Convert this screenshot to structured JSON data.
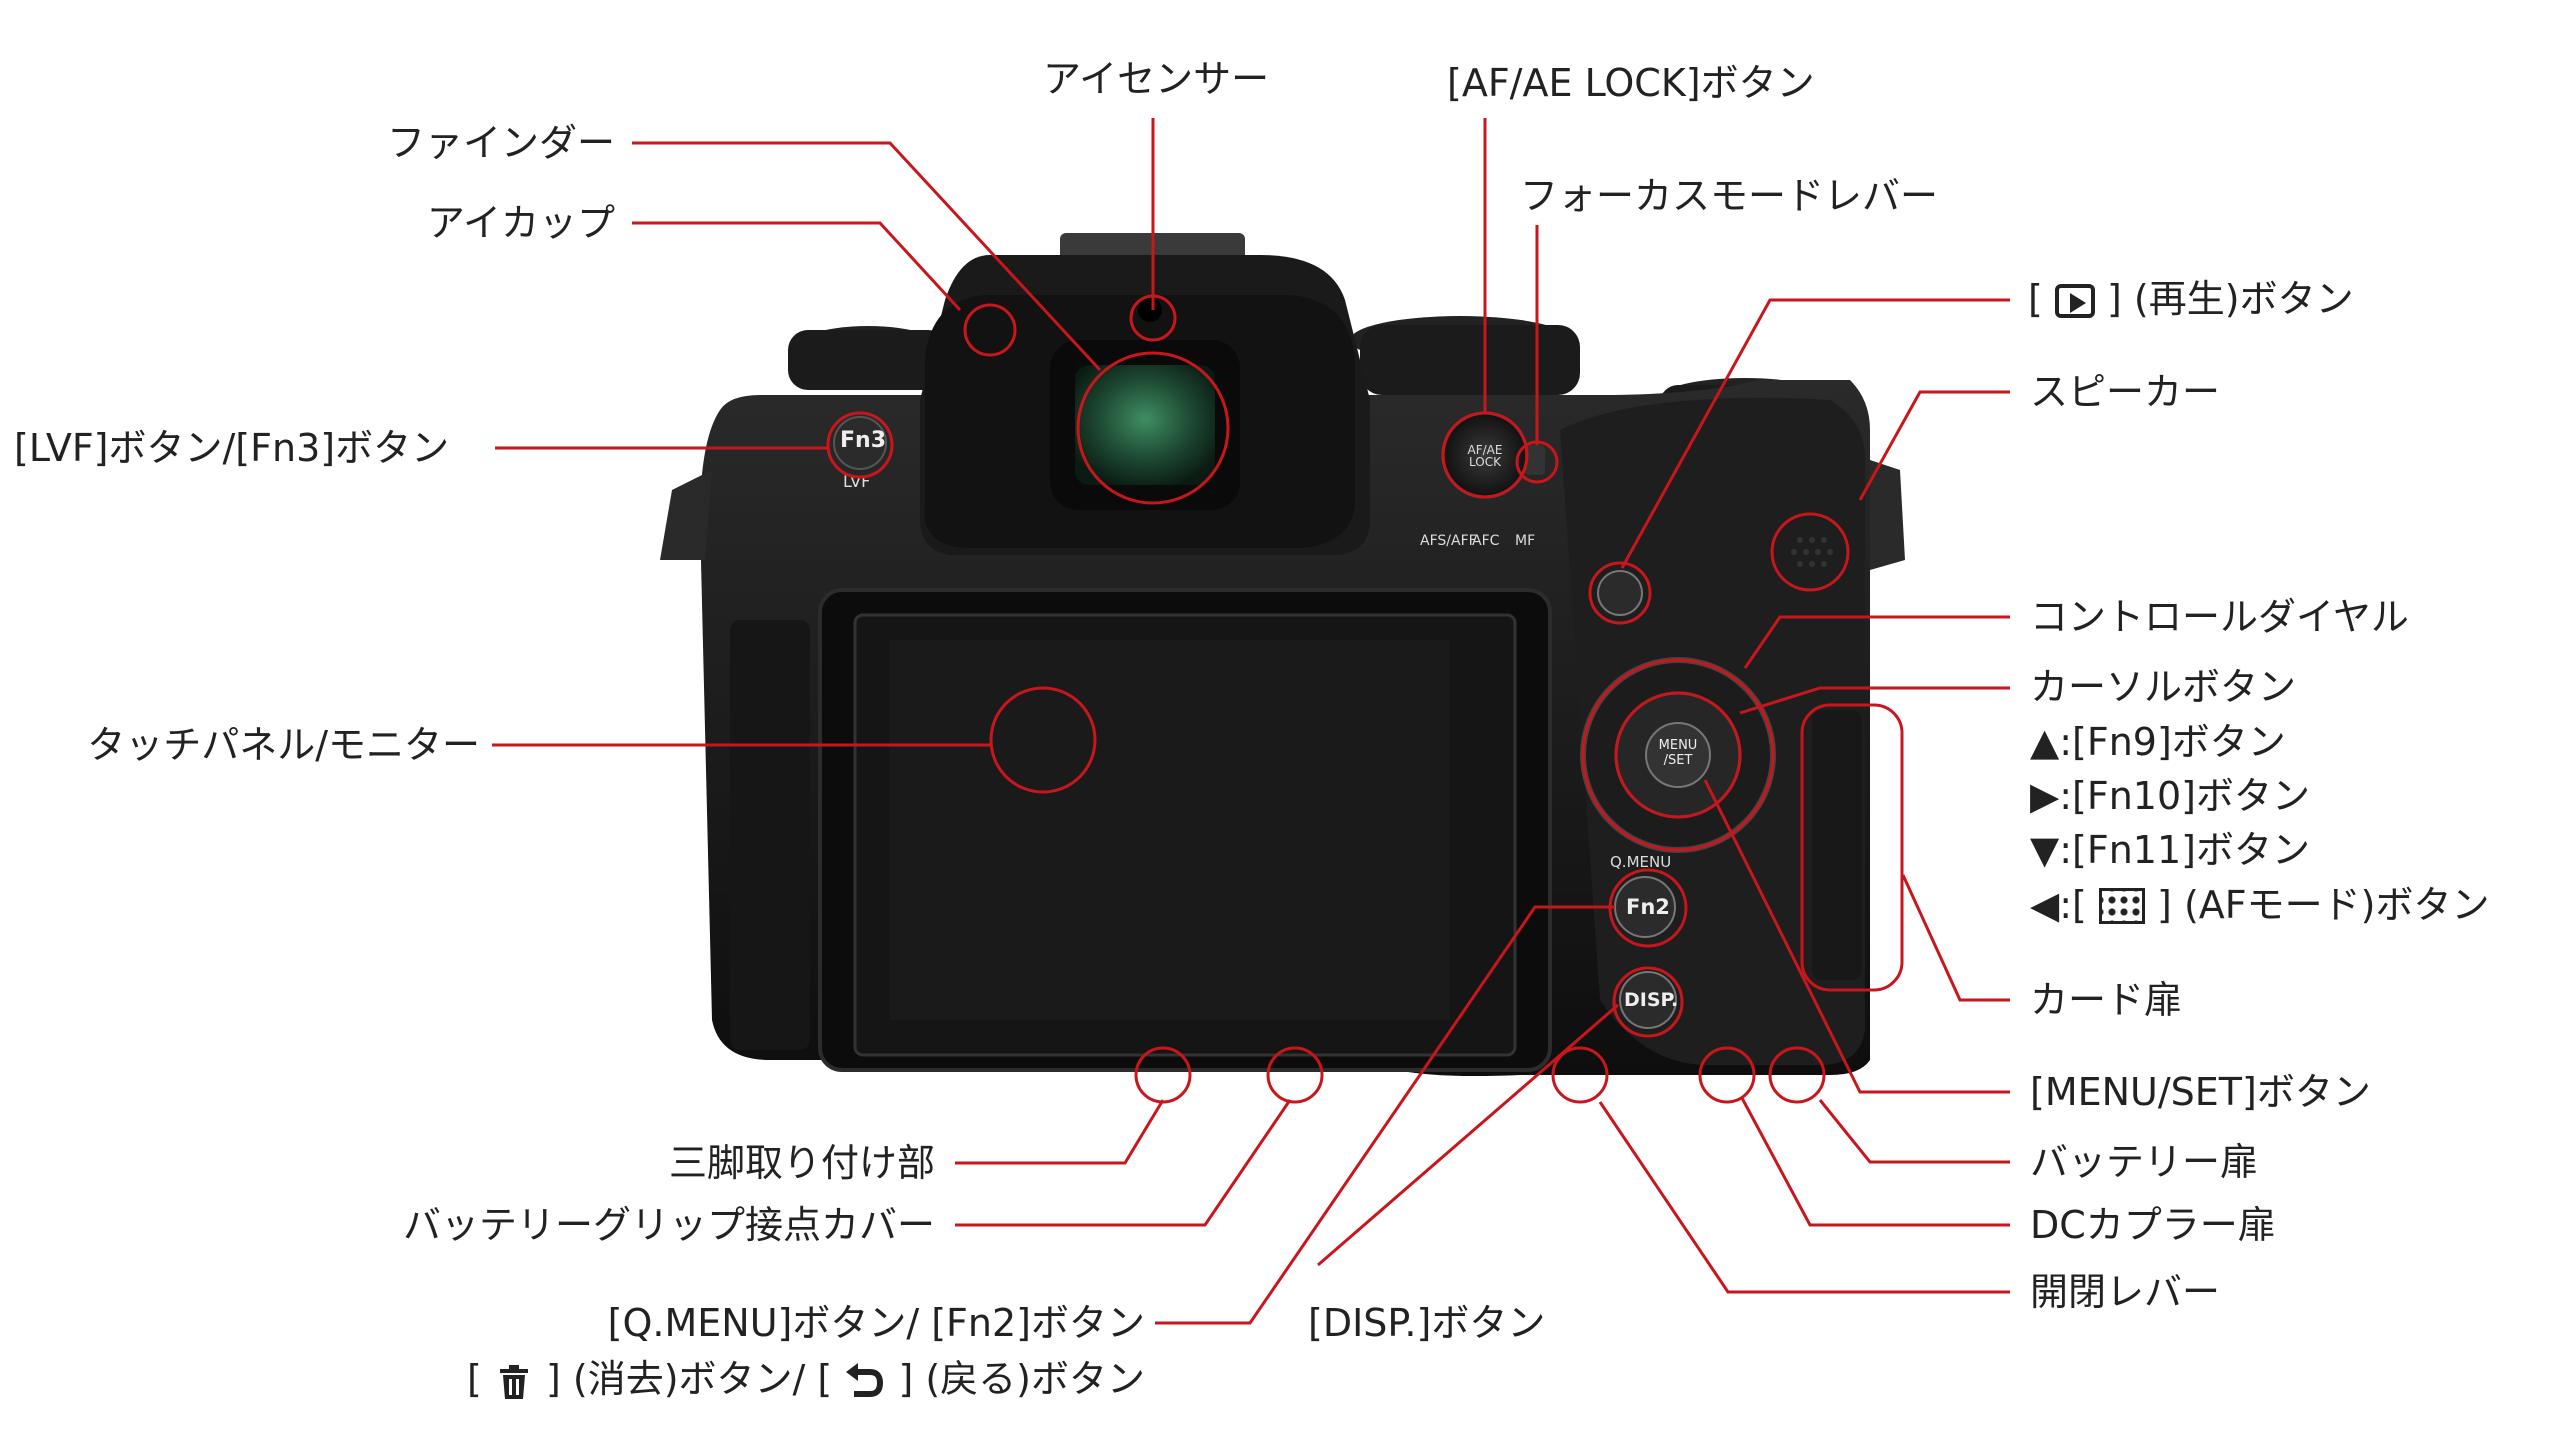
{
  "diagram": {
    "labels": {
      "eye_sensor": "アイセンサー",
      "af_ae_lock": "[AF/AE LOCK]ボタン",
      "focus_mode_lever": "フォーカスモードレバー",
      "finder": "ファインダー",
      "eyecup": "アイカップ",
      "playback_pre": "[",
      "playback_post": "] (再生)ボタン",
      "speaker": "スピーカー",
      "lvf_fn3": "[LVF]ボタン/[Fn3]ボタン",
      "control_dial": "コントロールダイヤル",
      "cursor_buttons": "カーソルボタン",
      "fn9": "▲:[Fn9]ボタン",
      "fn10": "▶:[Fn10]ボタン",
      "fn11": "▼:[Fn11]ボタン",
      "af_mode_pre": "◀:[",
      "af_mode_post": "] (AFモード)ボタン",
      "touch_panel": "タッチパネル/モニター",
      "card_door": "カード扉",
      "menu_set": "[MENU/SET]ボタン",
      "battery_door": "バッテリー扉",
      "dc_coupler_door": "DCカプラー扉",
      "release_lever": "開閉レバー",
      "tripod_mount": "三脚取り付け部",
      "battery_grip_cover": "バッテリーグリップ接点カバー",
      "qmenu_fn2": "[Q.MENU]ボタン/ [Fn2]ボタン",
      "delete_pre": "[",
      "delete_mid": "] (消去)ボタン/ [",
      "delete_post": "] (戻る)ボタン",
      "disp": "[DISP.]ボタン"
    },
    "camera_markings": {
      "fn3": "Fn3",
      "lvf": "LVF",
      "af_ae_lock_btn": "AF/AE LOCK",
      "afs_aff": "AFS/AFF",
      "afc": "AFC",
      "mf": "MF",
      "menu_set_btn": "MENU /SET",
      "qmenu": "Q.MENU",
      "fn2": "Fn2",
      "disp_btn": "DISP."
    },
    "colors": {
      "callout": "#c8161d",
      "camera_body": "#151515",
      "text": "#222222"
    }
  }
}
